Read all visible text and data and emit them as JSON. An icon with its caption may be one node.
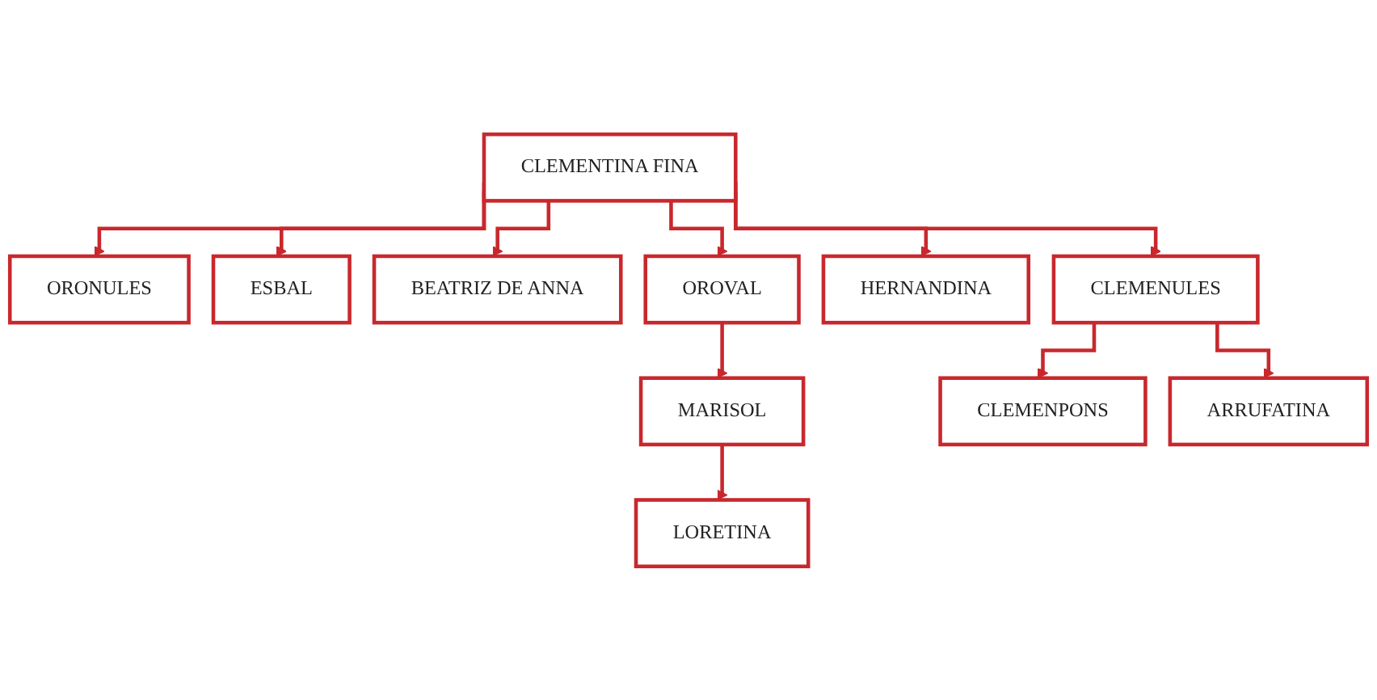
{
  "diagram": {
    "nodes": [
      {
        "text": [
          "CLEMENTINA FINA"
        ]
      },
      {
        "text": [
          "ORONULES"
        ]
      },
      {
        "text": [
          "ESBAL"
        ]
      },
      {
        "text": [
          "BEATRIZ DE ANNA"
        ]
      },
      {
        "text": [
          "OROVAL"
        ]
      },
      {
        "text": [
          "MARISOL"
        ]
      },
      {
        "text": [
          "LORETINA"
        ]
      },
      {
        "text": [
          "HERNANDINA"
        ]
      },
      {
        "text": [
          "CLEMENULES"
        ]
      },
      {
        "text": [
          "CLEMENPONS"
        ]
      },
      {
        "text": [
          "ARRUFATINA"
        ]
      }
    ],
    "edges": [
      {
        "from": 0,
        "to": 1,
        "arrow": "to"
      },
      {
        "from": 0,
        "to": 2,
        "arrow": "to"
      },
      {
        "from": 0,
        "to": 3,
        "arrow": "to"
      },
      {
        "from": 0,
        "to": 4,
        "arrow": "to"
      },
      {
        "from": 0,
        "to": 7,
        "arrow": "to"
      },
      {
        "from": 0,
        "to": 8,
        "arrow": "to"
      },
      {
        "from": 4,
        "to": 5,
        "arrow": "to"
      },
      {
        "from": 5,
        "to": 6,
        "arrow": "to"
      },
      {
        "from": 8,
        "to": 9,
        "arrow": "to"
      },
      {
        "from": 8,
        "to": 10,
        "arrow": "to"
      }
    ]
  }
}
